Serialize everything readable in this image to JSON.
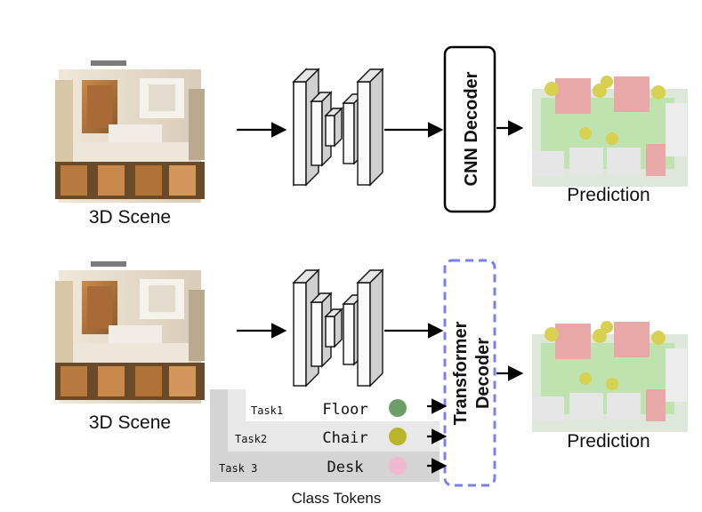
{
  "row1": {
    "scene_label": "3D Scene",
    "decoder_label": "CNN Decoder",
    "prediction_label": "Prediction"
  },
  "row2": {
    "scene_label": "3D Scene",
    "decoder_label_line1": "Transformer",
    "decoder_label_line2": "Decoder",
    "prediction_label": "Prediction"
  },
  "tokens": {
    "caption": "Class Tokens",
    "items": [
      {
        "task": "Task1",
        "class": "Floor",
        "color": "#6e9e67"
      },
      {
        "task": "Task2",
        "class": "Chair",
        "color": "#b8b628"
      },
      {
        "task": "Task 3",
        "class": "Desk",
        "color": "#f2b8cf"
      }
    ]
  },
  "colors": {
    "decoder_border": "#7b80e6",
    "floor_pred": "#bfe3ae",
    "chair_pred": "#d8d050",
    "desk_pred": "#e8a8a8"
  }
}
